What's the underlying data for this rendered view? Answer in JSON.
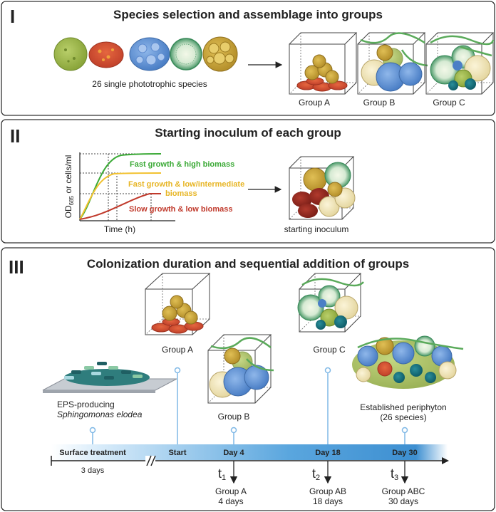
{
  "panel1": {
    "numeral": "I",
    "title": "Species selection and assemblage into groups",
    "species_caption": "26 single phototrophic species",
    "groups": [
      "Group A",
      "Group B",
      "Group C"
    ]
  },
  "panel2": {
    "numeral": "II",
    "title": "Starting inoculum of each group",
    "ylabel_pre": "OD",
    "ylabel_sub": "685",
    "ylabel_post": " or cells/ml",
    "xlabel": "Time (h)",
    "curve_fast_high": "Fast growth & high biomass",
    "curve_fast_low_1": "Fast growth & low/intermediate",
    "curve_fast_low_2": "biomass",
    "curve_slow": "Slow growth & low biomass",
    "inoculum_caption": "starting inoculum"
  },
  "panel3": {
    "numeral": "III",
    "title": "Colonization duration and sequential addition of groups",
    "group_a": "Group A",
    "group_b": "Group B",
    "group_c": "Group C",
    "eps_line1": "EPS-producing",
    "eps_line2": "Sphingomonas elodea",
    "established_line1": "Established periphyton",
    "established_line2": "(26 species)",
    "timeline": {
      "surface": "Surface treatment",
      "surface_days": "3 days",
      "start": "Start",
      "day4": "Day 4",
      "day18": "Day 18",
      "day30": "Day 30"
    },
    "samples": [
      {
        "t": "t",
        "sub": "1",
        "group": "Group A",
        "days": "4 days"
      },
      {
        "t": "t",
        "sub": "2",
        "group": "Group AB",
        "days": "18 days"
      },
      {
        "t": "t",
        "sub": "3",
        "group": "Group ABC",
        "days": "30 days"
      }
    ]
  },
  "colors": {
    "fast_high": "#3aa935",
    "fast_low": "#f2c12e",
    "slow": "#c0392b",
    "timeline": "#3d8fd1",
    "connector": "#7fb8e6"
  }
}
